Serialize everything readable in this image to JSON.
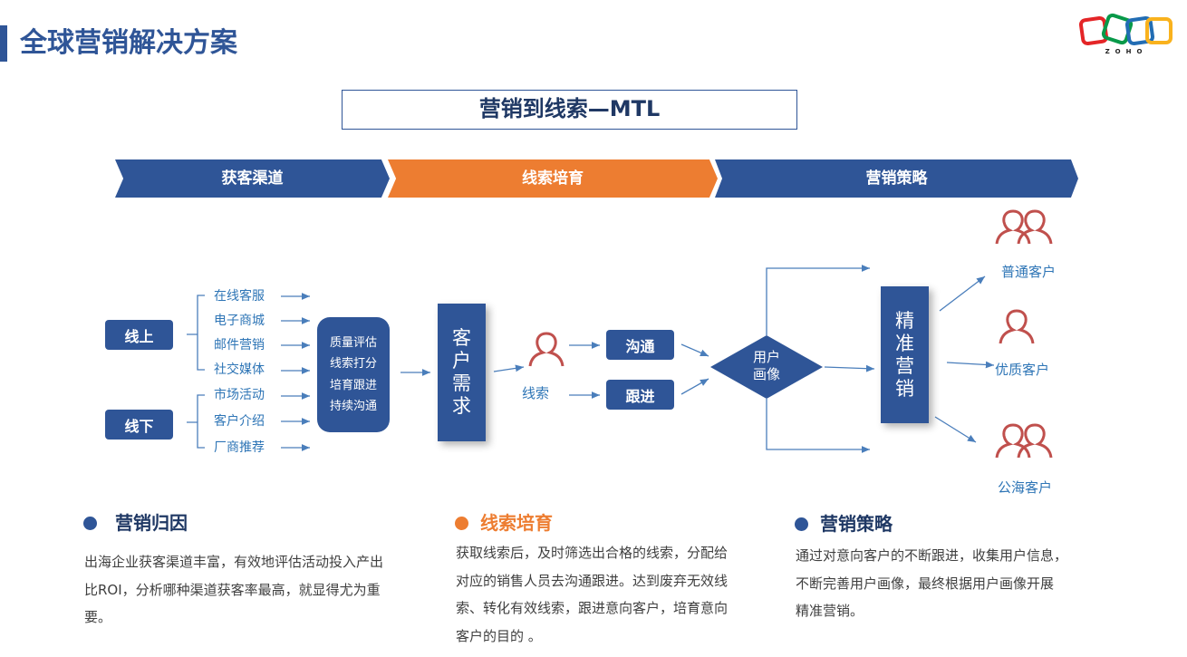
{
  "title": "全球营销解决方案",
  "logo_text": "ZOHO",
  "mtl_title": "营销到线索—MTL",
  "stages": [
    "获客渠道",
    "线索培育",
    "营销策略"
  ],
  "online": "线上",
  "offline": "线下",
  "channels": [
    "在线客服",
    "电子商城",
    "邮件营销",
    "社交媒体",
    "市场活动",
    "客户介绍",
    "厂商推荐"
  ],
  "process": [
    "质量评估",
    "线索打分",
    "培育跟进",
    "持续沟通"
  ],
  "demand": [
    "客",
    "户",
    "需",
    "求"
  ],
  "lead": "线索",
  "actions": [
    "沟通",
    "跟进"
  ],
  "portrait": [
    "用户",
    "画像"
  ],
  "precision": [
    "精",
    "准",
    "营",
    "销"
  ],
  "customers": [
    "普通客户",
    "优质客户",
    "公海客户"
  ],
  "sections": [
    {
      "heading": "营销归因",
      "lines": [
        "出海企业获客渠道丰富，有效地评估活动投入产出",
        "比ROI，分析哪种渠道获客率最高，就显得尤为重",
        "要。"
      ]
    },
    {
      "heading": "线索培育",
      "lines": [
        "获取线索后，及时筛选出合格的线索，分配给",
        "对应的销售人员去沟通跟进。达到废弃无效线",
        "索、转化有效线索，跟进意向客户，培育意向",
        "客户的目的 。"
      ]
    },
    {
      "heading": "营销策略",
      "lines": [
        "通过对意向客户的不断跟进，收集用户信息，",
        "不断完善用户画像，最终根据用户画像开展",
        "精准营销。"
      ]
    }
  ],
  "colors": {
    "navy": "#2f5597",
    "orange": "#ed7d31",
    "blue_text": "#2e75b6",
    "person_red": "#c0504d"
  }
}
